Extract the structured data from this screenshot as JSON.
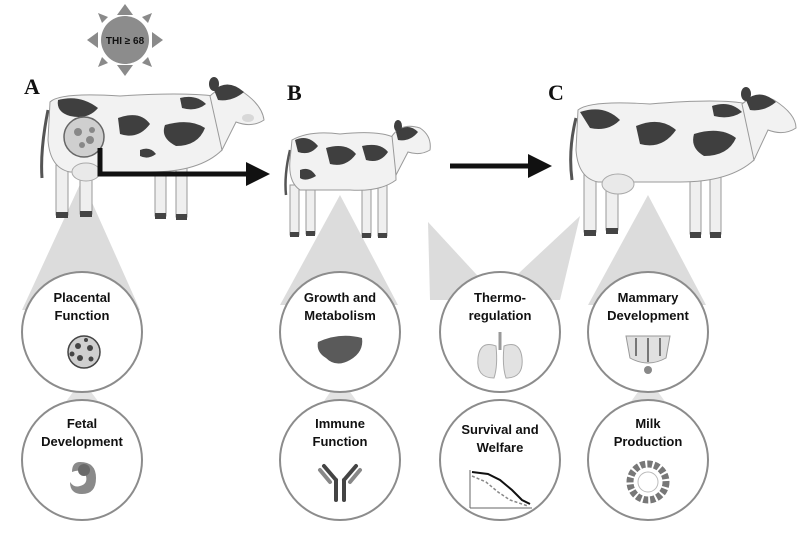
{
  "heat_stress": {
    "label": "THI ≥ 68",
    "icon": "sun-icon"
  },
  "panels": [
    {
      "letter": "A",
      "animal": "pregnant-cow"
    },
    {
      "letter": "B",
      "animal": "calf"
    },
    {
      "letter": "C",
      "animal": "adult-cow"
    }
  ],
  "circles": {
    "placental": {
      "line1": "Placental",
      "line2": "Function",
      "icon": "placenta-icon"
    },
    "fetal": {
      "line1": "Fetal",
      "line2": "Development",
      "icon": "fetus-icon"
    },
    "growth": {
      "line1": "Growth and",
      "line2": "Metabolism",
      "icon": "liver-icon"
    },
    "immune": {
      "line1": "Immune",
      "line2": "Function",
      "icon": "antibody-icon"
    },
    "thermo": {
      "line1": "Thermo-",
      "line2": "regulation",
      "icon": "lungs-icon"
    },
    "survival": {
      "line1": "Survival and",
      "line2": "Welfare",
      "icon": "survival-curve-icon"
    },
    "mammary": {
      "line1": "Mammary",
      "line2": "Development",
      "icon": "mammary-gland-icon"
    },
    "milk": {
      "line1": "Milk",
      "line2": "Production",
      "icon": "alveolus-icon"
    }
  },
  "colors": {
    "cone": "#d9d9d9",
    "spot": "#3f3f3f",
    "body": "#f2f2f2",
    "outline": "#9a9a9a",
    "circle_stroke": "#8c8c8c",
    "sun": "#8a8a8a"
  }
}
